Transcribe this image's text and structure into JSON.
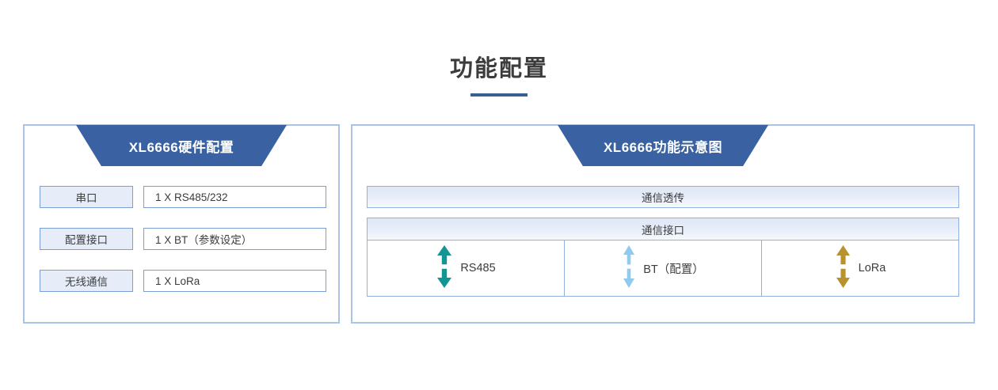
{
  "page": {
    "title": "功能配置",
    "underline_color": "#35608f",
    "background": "#ffffff"
  },
  "theme": {
    "banner_blue": "#3a62a2",
    "panel_border": "#a9c3ea",
    "cell_border": "#7a9ed8",
    "label_fill": "#e6edf9"
  },
  "hardware_panel": {
    "banner_title": "XL6666硬件配置",
    "rows": [
      {
        "label": "串口",
        "value": "1 X RS485/232"
      },
      {
        "label": "配置接口",
        "value": "1 X BT（参数设定）"
      },
      {
        "label": "无线通信",
        "value": "1 X LoRa"
      }
    ]
  },
  "diagram_panel": {
    "banner_title": "XL6666功能示意图",
    "transparent_bar": "通信透传",
    "interface_bar": "通信接口",
    "interfaces": [
      {
        "label": "RS485",
        "icon": "double-arrow-vertical-icon",
        "color": "#129693",
        "width": 17
      },
      {
        "label": "BT（配置）",
        "icon": "double-arrow-vertical-icon",
        "color": "#8fcbed",
        "width": 12
      },
      {
        "label": "LoRa",
        "icon": "double-arrow-vertical-icon",
        "color": "#b8922f",
        "width": 15
      }
    ]
  }
}
